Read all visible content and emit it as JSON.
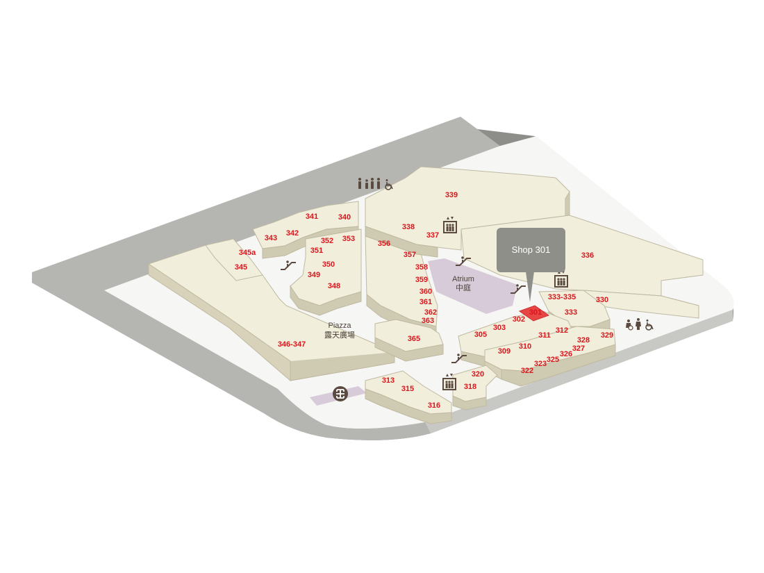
{
  "map": {
    "selected_shop": "301",
    "tooltip": {
      "label": "Shop 301"
    },
    "places": {
      "atrium_en": "Atrium",
      "atrium_zh": "中庭",
      "piazza_en": "Piazza",
      "piazza_zh": "露天廣場"
    },
    "shops": [
      "301",
      "302",
      "303",
      "305",
      "309",
      "310",
      "311",
      "312",
      "313",
      "315",
      "316",
      "318",
      "320",
      "322",
      "323",
      "325",
      "326",
      "327",
      "328",
      "329",
      "330",
      "333",
      "333-335",
      "336",
      "337",
      "338",
      "339",
      "340",
      "341",
      "342",
      "343",
      "345",
      "345a",
      "346-347",
      "348",
      "349",
      "350",
      "351",
      "352",
      "353",
      "356",
      "357",
      "358",
      "359",
      "360",
      "361",
      "362",
      "363",
      "365"
    ],
    "icons": [
      "restroom-icon",
      "family-restroom-icon",
      "accessible-icon",
      "lift-icon",
      "escalator-icon",
      "mtr-icon",
      "baby-care-icon"
    ],
    "colors": {
      "shop_fill": "#f1eedc",
      "shop_side": "#cfcab2",
      "floor": "#f6f6f5",
      "base": "#b5b5b2",
      "base_side": "#8d8d8a",
      "atrium": "#d8cbd9",
      "selected": "#e84545",
      "label": "#d9161c",
      "icon": "#5b4a3f",
      "tooltip": "#8f8f8a"
    }
  }
}
